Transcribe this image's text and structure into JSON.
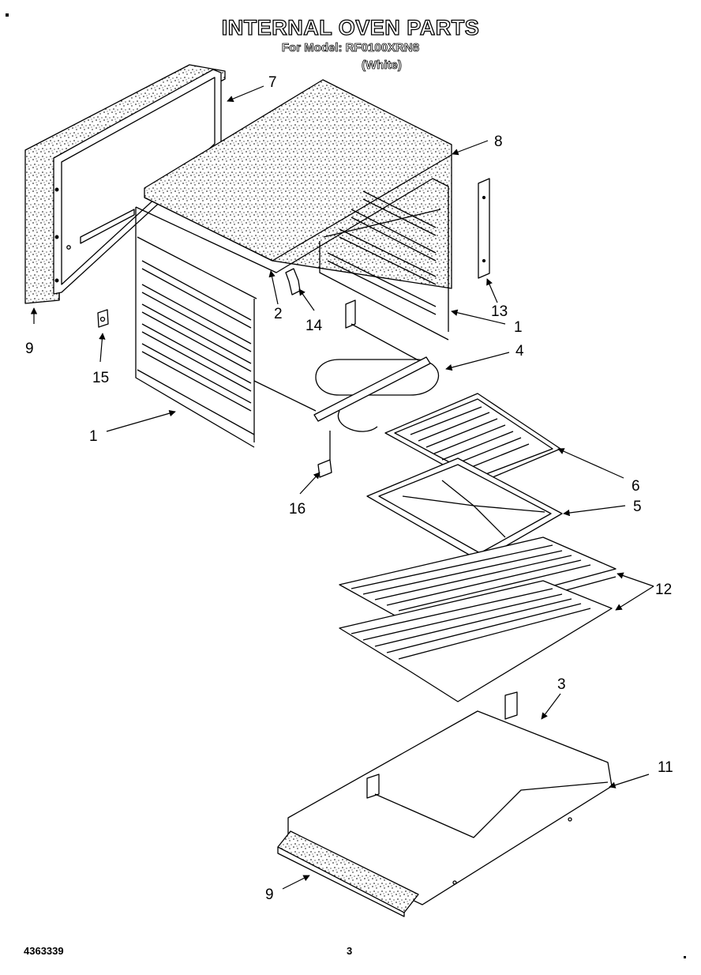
{
  "header": {
    "title": "INTERNAL OVEN PARTS",
    "model_line": "For Model: RF0100XRN8",
    "color_line": "(White)"
  },
  "footer": {
    "doc_number": "4363339",
    "page_number": "3"
  },
  "callouts": {
    "c7": "7",
    "c8": "8",
    "c9_top": "9",
    "c13": "13",
    "c2": "2",
    "c14": "14",
    "c1_right": "1",
    "c15": "15",
    "c4": "4",
    "c1_left": "1",
    "c6": "6",
    "c5": "5",
    "c16": "16",
    "c12": "12",
    "c3": "3",
    "c11": "11",
    "c9_bottom": "9"
  }
}
